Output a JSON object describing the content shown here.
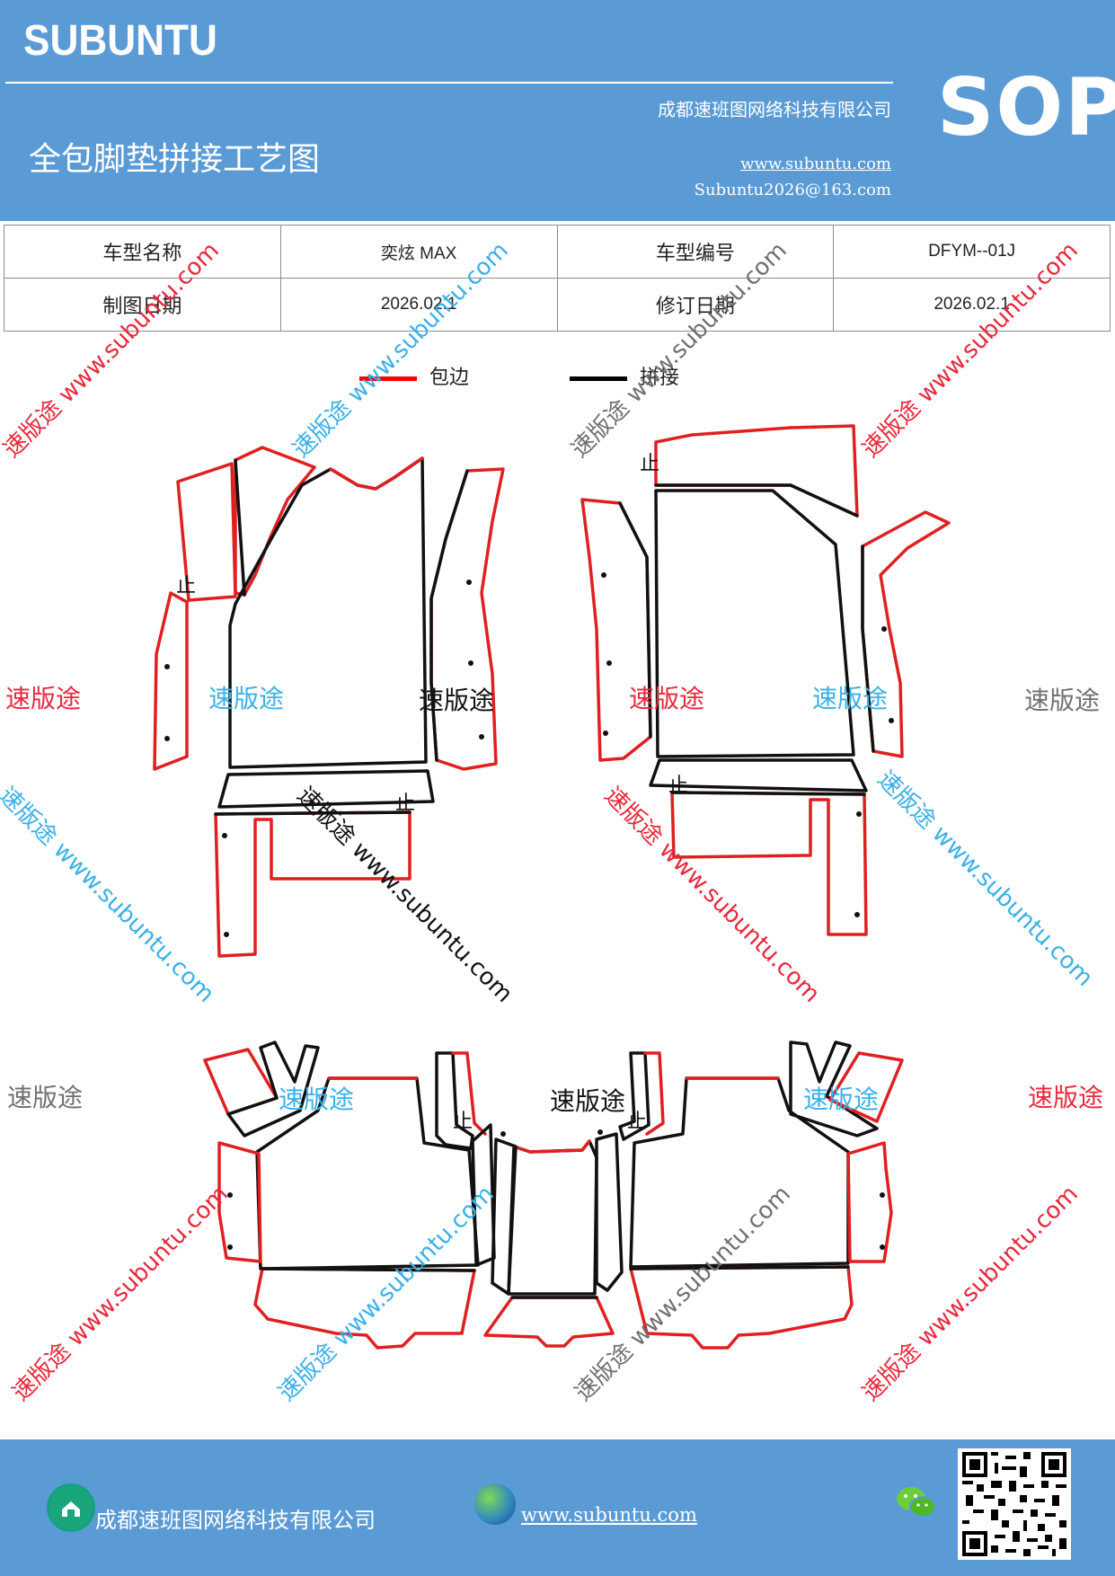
{
  "header": {
    "brand": "SUBUNTU",
    "company": "成都速班图网络科技有限公司",
    "title": "全包脚垫拼接工艺图",
    "website": "www.subuntu.com",
    "email": "Subuntu2026@163.com",
    "badge": "SOP"
  },
  "info_table": {
    "rows": [
      {
        "label1": "车型名称",
        "value1": "奕炫 MAX",
        "label2": "车型编号",
        "value2": "DFYM--01J"
      },
      {
        "label1": "制图日期",
        "value1": "2026.02.1",
        "label2": "修订日期",
        "value2": "2026.02.1"
      }
    ]
  },
  "legend": {
    "items": [
      {
        "label": "包边",
        "color": "#ff0000"
      },
      {
        "label": "拼接",
        "color": "#000000"
      }
    ]
  },
  "markers": {
    "stop": "止"
  },
  "watermark": {
    "brand": "速版途",
    "diagonal": "速版途 www.subuntu.com",
    "colors": {
      "red": "#e8283c",
      "blue": "#3ab0e8",
      "gray": "#707070",
      "black": "#111111"
    }
  },
  "footer": {
    "company": "成都速班图网络科技有限公司",
    "website": "www.subuntu.com",
    "icons": [
      "home-icon",
      "globe-icon",
      "wechat-icon",
      "qr-code"
    ]
  }
}
